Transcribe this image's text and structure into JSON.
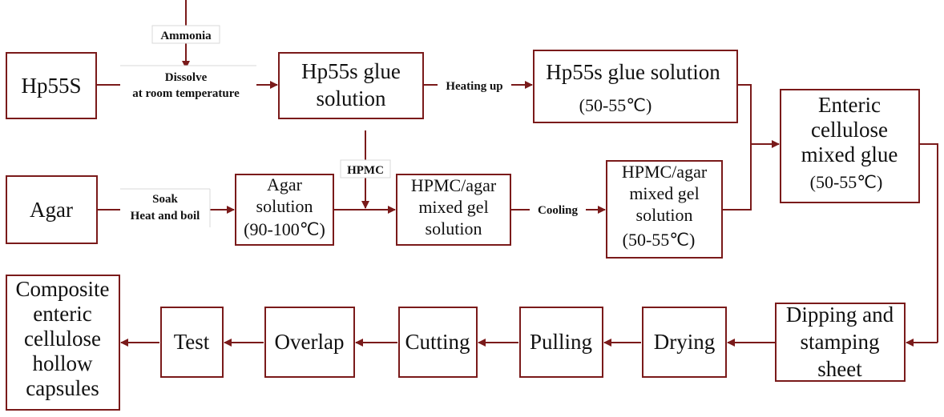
{
  "colors": {
    "line": "#7a1a1a",
    "box_border": "#7a1a1a",
    "text": "#111111"
  },
  "nodes": {
    "hp55s": "Hp55S",
    "hp55s_glue_solution": [
      "Hp55s glue",
      "solution"
    ],
    "hp55s_glue_solution_heated": [
      "Hp55s glue solution",
      "(50-55℃)"
    ],
    "enteric_mixed_glue": [
      "Enteric",
      "cellulose",
      "mixed glue",
      "(50-55℃)"
    ],
    "agar": "Agar",
    "agar_solution": [
      "Agar",
      "solution",
      "(90-100℃)"
    ],
    "hpmc_agar_gel": [
      "HPMC/agar",
      "mixed gel",
      "solution"
    ],
    "hpmc_agar_gel_cooled": [
      "HPMC/agar",
      "mixed gel",
      "solution",
      "(50-55℃)"
    ],
    "dipping": [
      "Dipping and",
      "stamping",
      "sheet"
    ],
    "drying": "Drying",
    "pulling": "Pulling",
    "cutting": "Cutting",
    "overlap": "Overlap",
    "test": "Test",
    "capsules": [
      "Composite",
      "enteric",
      "cellulose",
      "hollow",
      "capsules"
    ]
  },
  "edge_labels": {
    "ammonia": "Ammonia",
    "dissolve": [
      "Dissolve",
      "at room temperature"
    ],
    "heating_up": "Heating up",
    "hpmc": "HPMC",
    "soak": [
      "Soak",
      "Heat and boil"
    ],
    "cooling": "Cooling"
  }
}
